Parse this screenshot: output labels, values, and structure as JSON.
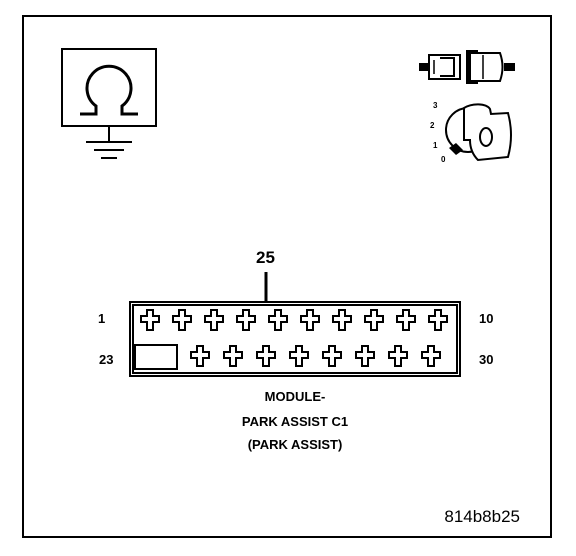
{
  "diagram": {
    "figure_code": "814b8b25",
    "connector": {
      "caption_lines": [
        "MODULE-",
        "PARK ASSIST C1",
        "(PARK ASSIST)"
      ],
      "pin_labels": {
        "top_left": "1",
        "top_right": "10",
        "bottom_left": "23",
        "bottom_right": "30",
        "callout": "25"
      },
      "top_row_cavities": 10,
      "bottom_row_cavities": 8,
      "highlighted_pin": "25"
    },
    "ignition_key": {
      "positions": [
        "3",
        "2",
        "1",
        "0"
      ],
      "cylinder_text": "O"
    },
    "icons": {
      "meter": "ohmmeter-ground-icon",
      "disconnect": "connector-disconnect-icon",
      "ignition": "ignition-key-off-icon"
    }
  }
}
